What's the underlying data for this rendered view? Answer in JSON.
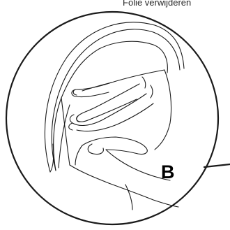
{
  "caption": "Folie verwijderen",
  "step_label": "B",
  "icons": {
    "illustration": "hand-peeling-film-from-lens-illustration"
  }
}
